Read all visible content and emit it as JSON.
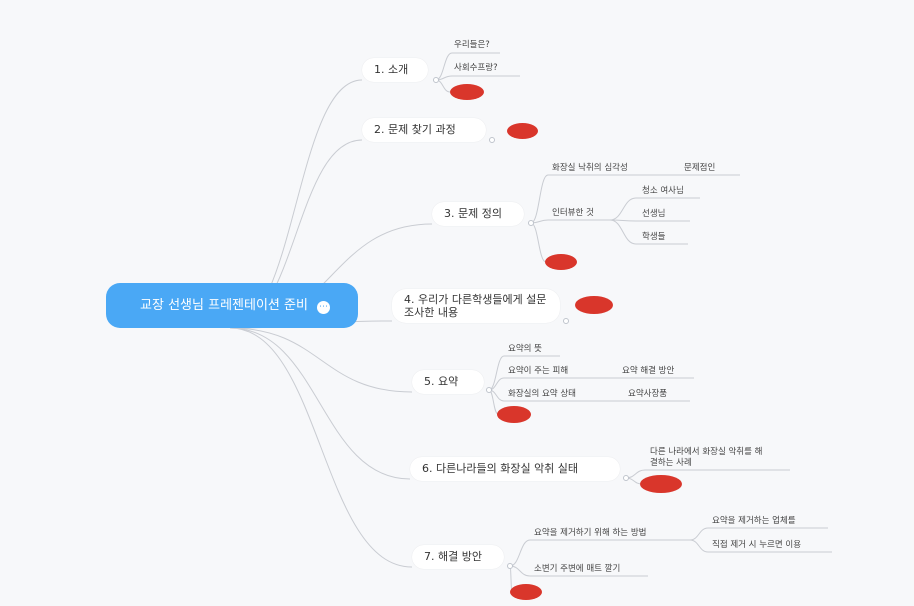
{
  "root": {
    "label": "교장 선생님 프레젠테이션 준비",
    "collapse_glyph": "⋯"
  },
  "branches": [
    {
      "label": "1. 소개",
      "children": [
        "우리들은?",
        "사회수프랑?"
      ]
    },
    {
      "label": "2. 문제 찾기 과정"
    },
    {
      "label": "3. 문제 정의",
      "children": [
        "화장실 낙취의 심각성",
        "인터뷰한 것"
      ],
      "grandchildren": {
        "화장실 낙취의 심각성": [
          "문제점인"
        ],
        "인터뷰한 것": [
          "청소 여사님",
          "선생님",
          "학생들"
        ]
      }
    },
    {
      "label": "4. 우리가 다른학생들에게 설문조사한 내용"
    },
    {
      "label": "5. 요약",
      "children": [
        "요약의 뜻",
        "요약이 주는 피해",
        "화장실의 요약 상태"
      ],
      "grandchildren": {
        "요약이 주는 피해": [
          "요약 해결 방안"
        ],
        "화장실의 요약 상태": [
          "요약사장품"
        ]
      }
    },
    {
      "label": "6. 다른나라들의 화장실 악취 실태",
      "children": [
        "다른 나라에서 화장실 악취를 해결하는 사례"
      ]
    },
    {
      "label": "7. 해결 방안",
      "children": [
        "요약을 제거하기 위해 하는 방법",
        "소변기 주변에 매트 깔기"
      ],
      "grandchildren": {
        "요약을 제거하기 위해 하는 방법": [
          "요약을 제거하는 업체를",
          "직접 제거 시 누르면 이용"
        ]
      }
    }
  ],
  "colors": {
    "root": "#4aa8f5",
    "link": "#c9ccd2",
    "redaction": "#d9362b",
    "background": "#f7f8fa"
  }
}
